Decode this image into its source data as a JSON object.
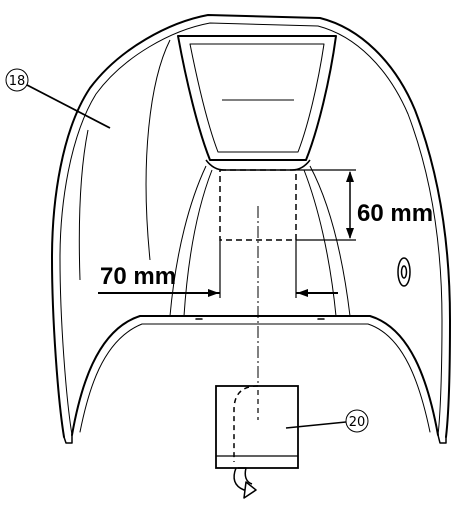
{
  "diagram": {
    "callouts": {
      "shell": "18",
      "pad": "20"
    },
    "dimensions": {
      "height": "60 mm",
      "width": "70 mm"
    }
  }
}
